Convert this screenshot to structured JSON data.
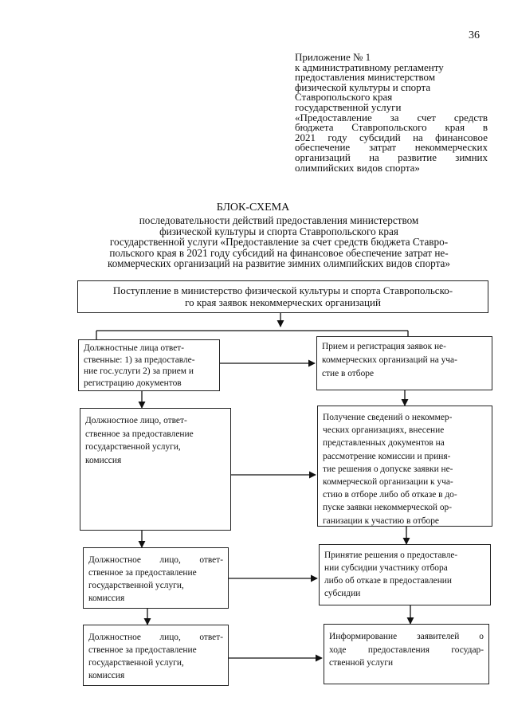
{
  "page_number": "36",
  "appendix": {
    "lines": [
      "Приложение № 1",
      "к административному регламенту",
      "предоставления министерством",
      "физической культуры и спорта",
      "Ставропольского края",
      "государственной услуги",
      "«Предоставление за счет средств",
      "бюджета Ставропольского края в",
      "2021 году субсидий на финансовое",
      "обеспечение затрат некоммерческих",
      "организаций на развитие зимних",
      "олимпийских видов спорта»"
    ]
  },
  "scheme": {
    "title": "БЛОК-СХЕМА",
    "subtitle_lines": [
      "последовательности действий предоставления министерством",
      "физической культуры и спорта Ставропольского края",
      "государственной услуги «Предоставление за счет средств бюджета Ставро-",
      "польского края в 2021 году субсидий на финансовое обеспечение затрат не-",
      "коммерческих организаций на развитие зимних олимпийских видов спорта»"
    ],
    "top_box": [
      "Поступление в министерство физической культуры и спорта Ставропольско-",
      "го края заявок некоммерческих организаций"
    ],
    "left_boxes": [
      [
        "Должностные лица ответ-",
        "ственные: 1) за предоставле-",
        "ние гос.услуги 2) за прием и",
        "регистрацию документов"
      ],
      [
        "Должностное лицо, ответ-",
        "ственное за предоставление",
        "государственной услуги,",
        "комиссия"
      ],
      [
        "Должностное лицо, ответ-",
        "ственное за предоставление",
        "государственной услуги,",
        "комиссия"
      ],
      [
        "Должностное лицо, ответ-",
        "ственное за предоставление",
        "государственной услуги,",
        "комиссия"
      ]
    ],
    "right_boxes": [
      [
        "Прием и регистрация заявок не-",
        "коммерческих организаций на уча-",
        "стие в отборе"
      ],
      [
        "Получение сведений о некоммер-",
        "ческих организациях, внесение",
        "представленных документов на",
        "рассмотрение комиссии и приня-",
        "тие решения о допуске заявки не-",
        "коммерческой организации к уча-",
        "стию в отборе либо об отказе в до-",
        "пуске заявки некоммерческой ор-",
        "ганизации к участию в отборе"
      ],
      [
        "Принятие решения о предоставле-",
        "нии субсидии участнику отбора",
        "либо об отказе в предоставлении",
        "субсидии"
      ],
      [
        "Информирование заявителей о",
        "ходе предоставления государ-",
        "ственной услуги"
      ]
    ]
  }
}
